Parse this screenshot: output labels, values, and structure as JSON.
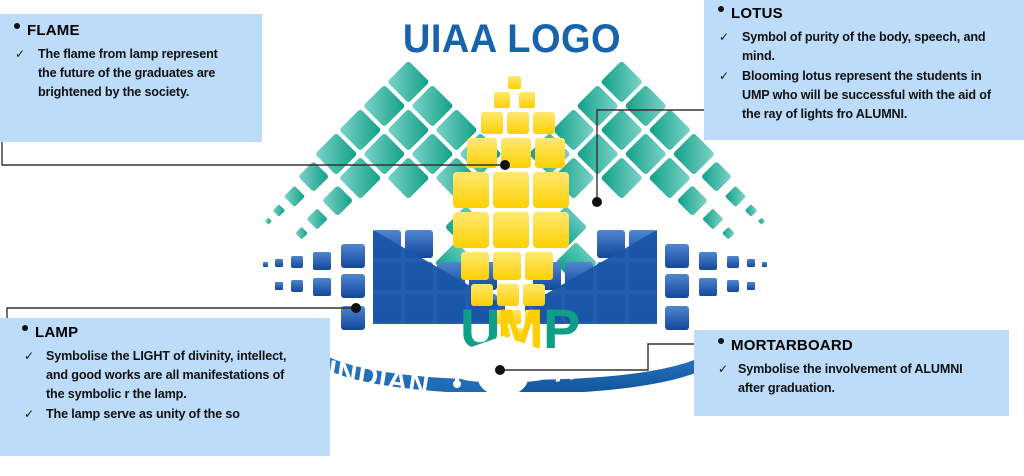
{
  "title": "UIAA LOGO",
  "colors": {
    "box_bg": "#bcdcfa",
    "title_blue": "#1763ac",
    "flame_yellow": "#fcd813",
    "lotus_teal": "#17a08a",
    "lamp_blue": "#1f5fab",
    "ribbon_blue": "#1f6fc0",
    "connector": "#333333"
  },
  "logo": {
    "wordmark": "UMP",
    "wordmark_letters": [
      "U",
      "M",
      "P"
    ],
    "ribbon_left": "INDIAN",
    "ribbon_right": "ALUMNI",
    "cap_icon": "mortarboard-icon"
  },
  "callouts": {
    "flame": {
      "heading": "FLAME",
      "bullets": [
        "The flame from lamp represent the future of the graduates are brightened by the society."
      ]
    },
    "lotus": {
      "heading": "LOTUS",
      "bullets": [
        "Symbol of purity of the body, speech, and mind.",
        "Blooming lotus represent the students in UMP who will be successful with the aid of the ray of lights fro ALUMNI."
      ]
    },
    "lamp": {
      "heading": "LAMP",
      "bullets": [
        "Symbolise the LIGHT of divinity, intellect, and good works are all manifestations of the symbolic r the lamp.",
        "The lamp serve as unity of the so"
      ]
    },
    "mortarboard": {
      "heading": "MORTARBOARD",
      "bullets": [
        "Symbolise the involvement of ALUMNI after graduation."
      ]
    }
  },
  "check_glyph": "✓"
}
